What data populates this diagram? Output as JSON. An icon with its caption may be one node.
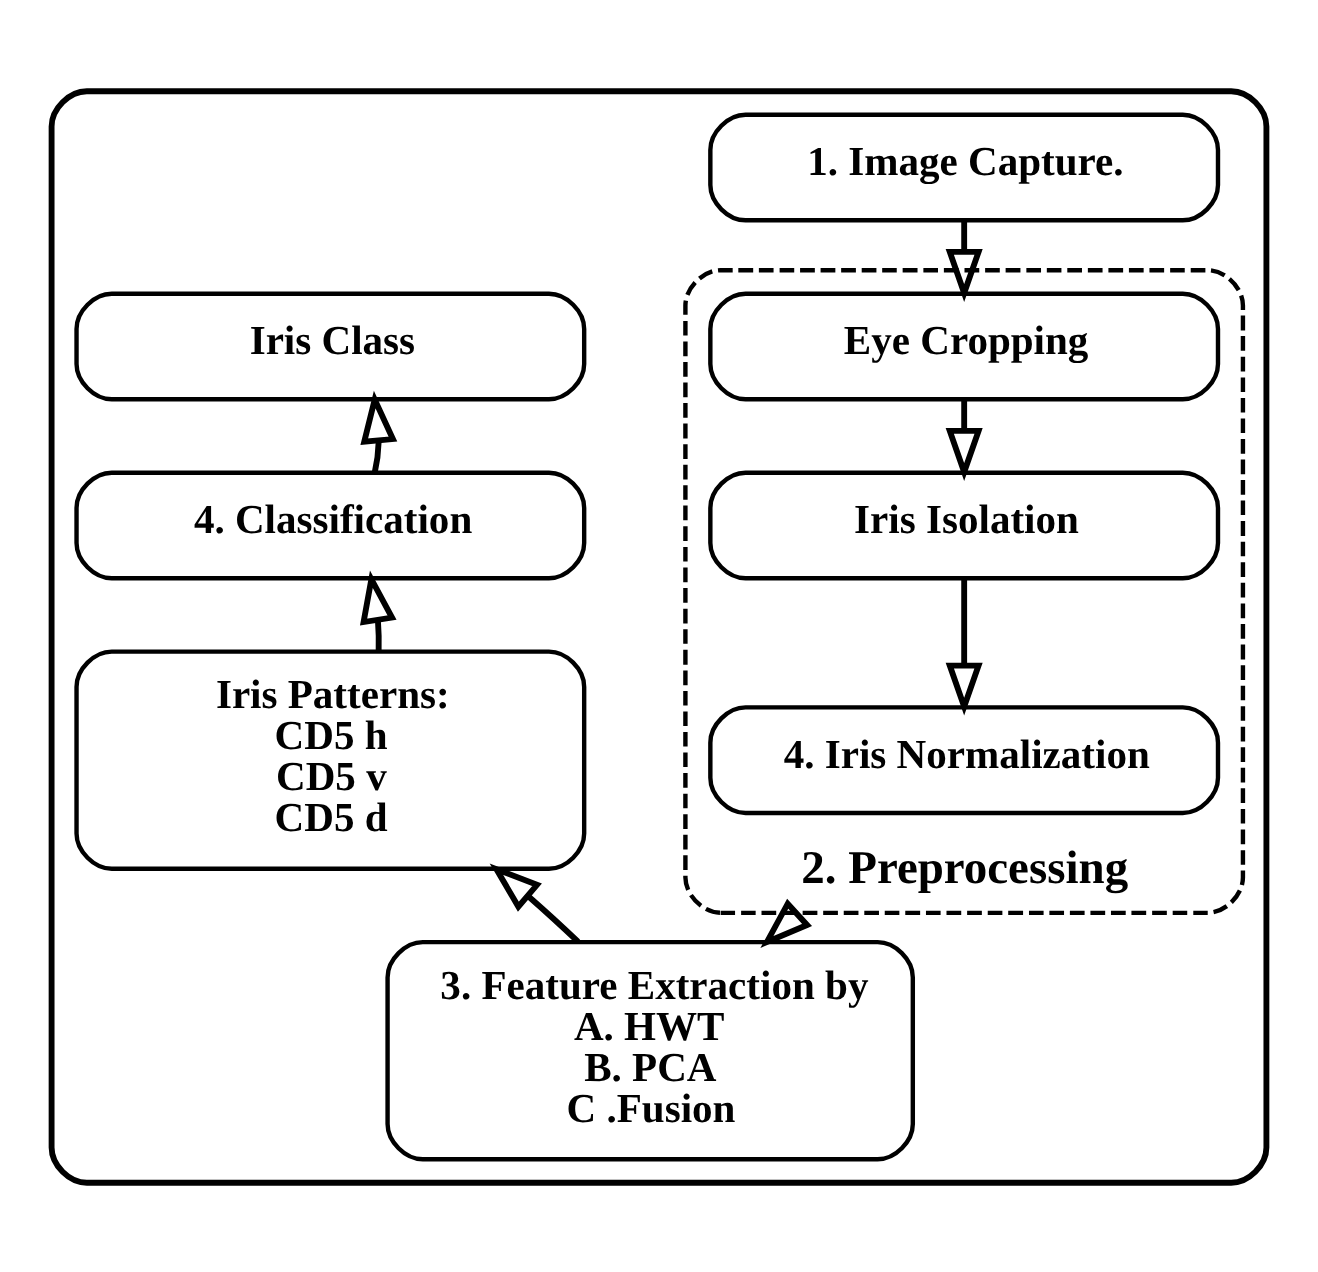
{
  "diagram": {
    "nodes": [
      {
        "text": [],
        "shape": "box"
      },
      {
        "text": [
          "1. Image Capture."
        ],
        "in": 0
      },
      {
        "text": [
          "2. Preprocessing"
        ],
        "in": 0
      },
      {
        "text": [
          "Eye Cropping"
        ],
        "in": 2
      },
      {
        "text": [
          "Iris Isolation"
        ],
        "in": 2
      },
      {
        "text": [
          "4. Iris Normalization"
        ],
        "in": 2
      },
      {
        "text": [
          "3. Feature Extraction by",
          "A. HWT",
          "B. PCA",
          "C .Fusion"
        ],
        "in": 0
      },
      {
        "text": [
          "Iris Patterns:",
          "CD5 h",
          "CD5 v",
          "CD5 d"
        ],
        "in": 0
      },
      {
        "text": [
          "4. Classification"
        ],
        "in": 0
      },
      {
        "text": [
          "Iris Class"
        ],
        "in": 0
      }
    ],
    "edges": [
      {
        "from": 1,
        "to": 3,
        "arrow": "to"
      },
      {
        "from": 3,
        "to": 4,
        "arrow": "to"
      },
      {
        "from": 4,
        "to": 5,
        "arrow": "to"
      },
      {
        "from": 2,
        "to": 6,
        "arrow": "to"
      },
      {
        "from": 6,
        "to": 7,
        "arrow": "to"
      },
      {
        "from": 7,
        "to": 8,
        "arrow": "to"
      },
      {
        "from": 8,
        "to": 9,
        "arrow": "to"
      }
    ]
  }
}
